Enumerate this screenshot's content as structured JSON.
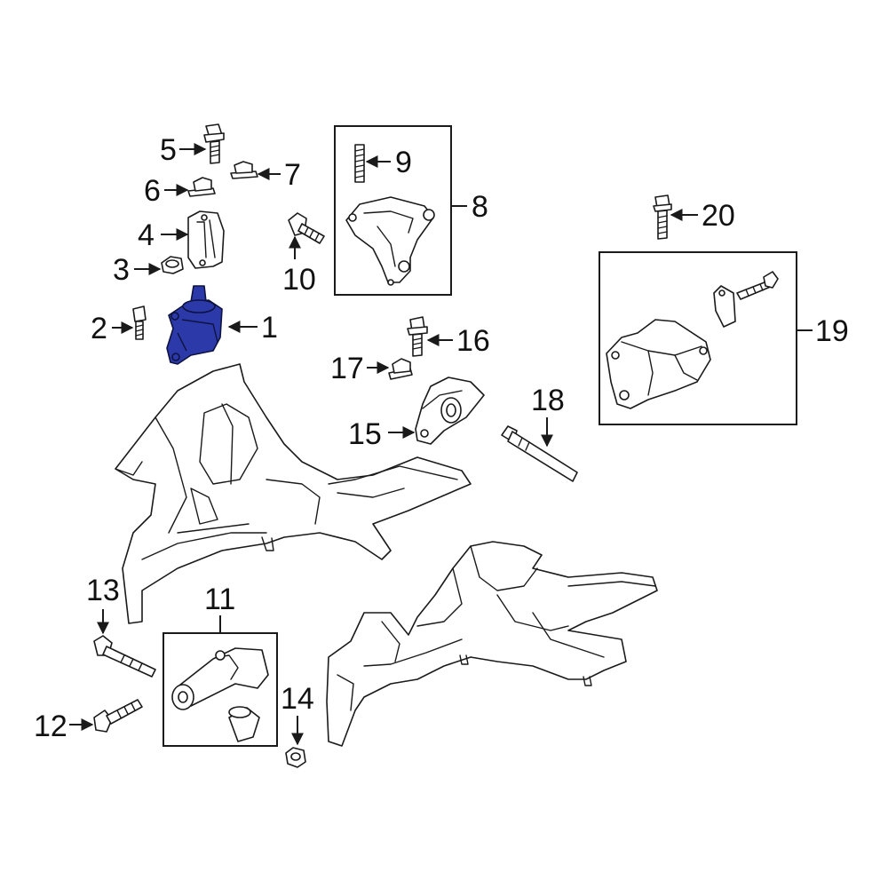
{
  "callouts": {
    "c1": "1",
    "c2": "2",
    "c3": "3",
    "c4": "4",
    "c5": "5",
    "c6": "6",
    "c7": "7",
    "c8": "8",
    "c9": "9",
    "c10": "10",
    "c11": "11",
    "c12": "12",
    "c13": "13",
    "c14": "14",
    "c15": "15",
    "c16": "16",
    "c17": "17",
    "c18": "18",
    "c19": "19",
    "c20": "20"
  },
  "colors": {
    "highlight": "#2b3aa8",
    "line": "#1a1a1a",
    "background": "#ffffff"
  },
  "highlighted_part": "1"
}
